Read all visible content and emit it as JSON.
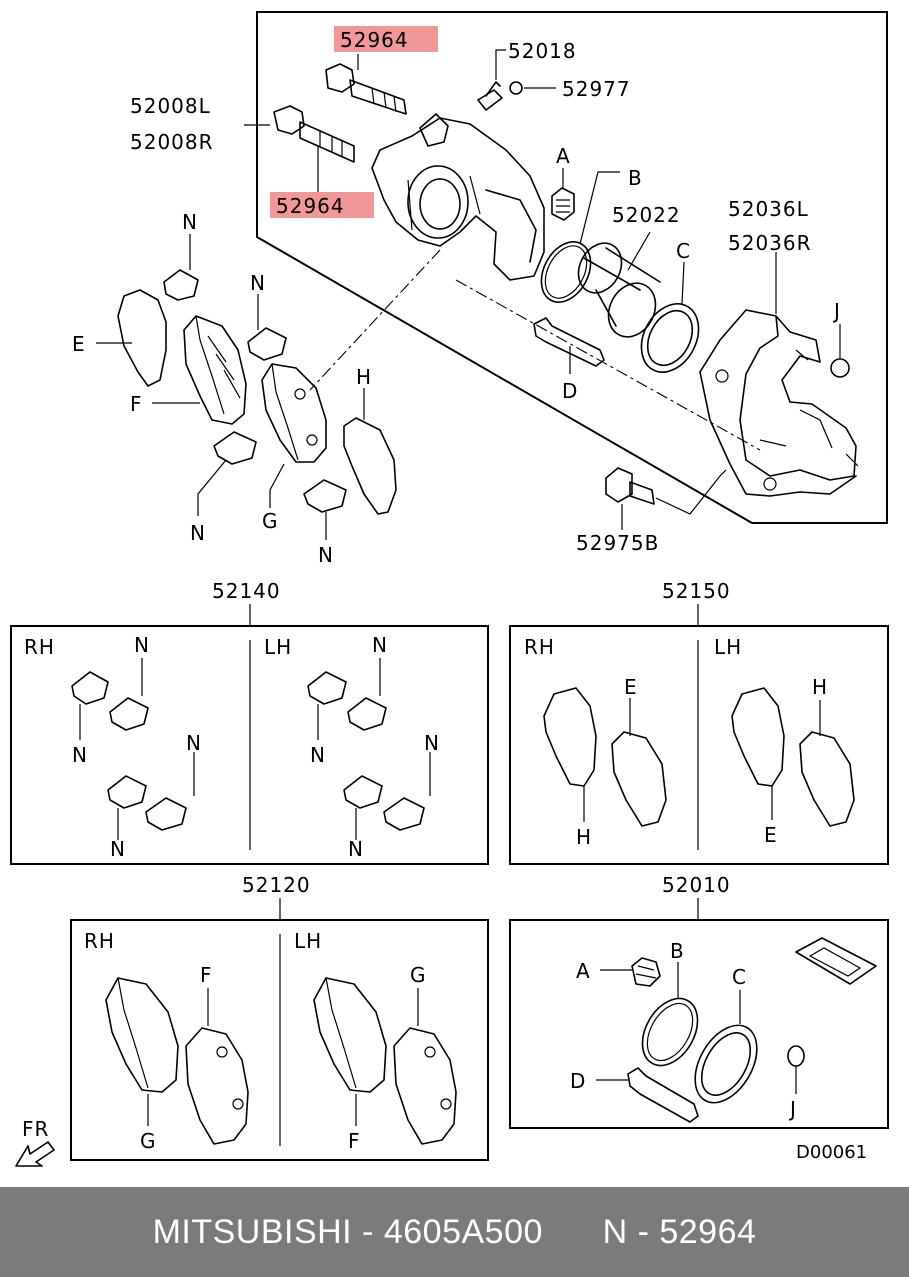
{
  "highlight_color": "#f08c8c",
  "footer_bg": "#7b7b7b",
  "footer": {
    "brand": "MITSUBISHI",
    "sep1": " - ",
    "part_number": "4605A500",
    "gap": "      ",
    "note": "N - 52964"
  },
  "labels": {
    "p52964_top": "52964",
    "p52964_bot": "52964",
    "p52018": "52018",
    "p52977": "52977",
    "p52008L": "52008L",
    "p52008R": "52008R",
    "A": "A",
    "B": "B",
    "C": "C",
    "D": "D",
    "E": "E",
    "F": "F",
    "G": "G",
    "H": "H",
    "J": "J",
    "N": "N",
    "p52022": "52022",
    "p52036L": "52036L",
    "p52036R": "52036R",
    "p52975B": "52975B",
    "p52140": "52140",
    "p52150": "52150",
    "p52120": "52120",
    "p52010": "52010",
    "RH": "RH",
    "LH": "LH",
    "FR": "FR",
    "code": "D00061"
  }
}
